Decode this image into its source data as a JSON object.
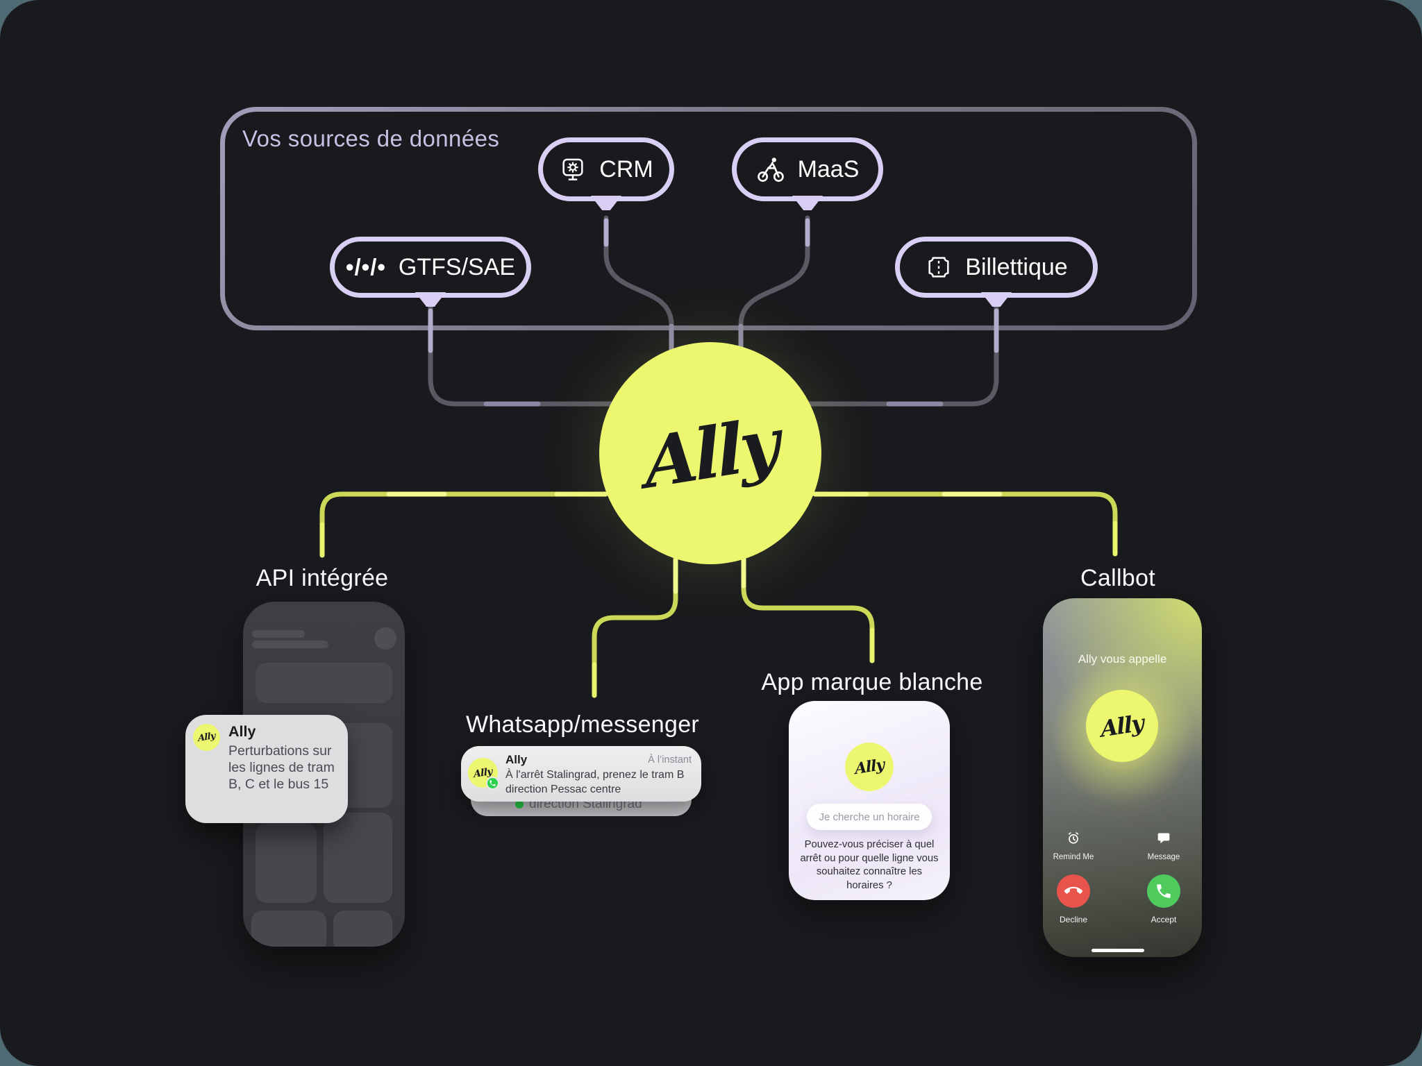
{
  "sources": {
    "title": "Vos sources de données",
    "pills": [
      {
        "label": "GTFS/SAE",
        "icon": "data-points-icon",
        "glyph": "•/•/•"
      },
      {
        "label": "CRM",
        "icon": "crm-monitor-gear-icon"
      },
      {
        "label": "MaaS",
        "icon": "cyclist-icon"
      },
      {
        "label": "Billettique",
        "icon": "ticket-icon"
      }
    ]
  },
  "brand": {
    "wordmark": "Ally"
  },
  "outputs": {
    "api": {
      "label": "API intégrée",
      "notification": {
        "app_name": "Ally",
        "body": "Perturbations sur les lignes de tram B, C et le bus 15"
      }
    },
    "whatsapp": {
      "label": "Whatsapp/messenger",
      "notification": {
        "app_name": "Ally",
        "timestamp": "À l’instant",
        "body": "À l'arrêt Stalingrad, prenez le tram B direction Pessac centre",
        "behind_text": "direction Stalingrad"
      }
    },
    "whitelabel": {
      "label": "App marque blanche",
      "user_message": "Je cherche un horaire",
      "bot_reply": "Pouvez-vous préciser à quel arrêt ou pour quelle ligne vous souhaitez connaître les horaires ?"
    },
    "callbot": {
      "label": "Callbot",
      "status": "Ally vous appelle",
      "actions": {
        "remind": "Remind Me",
        "message": "Message",
        "decline": "Decline",
        "accept": "Accept"
      }
    }
  },
  "colors": {
    "canvas_bg": "#191A1D",
    "accent_yellow": "#ECF76F",
    "lavender": "#D9CFF4",
    "wire_purple": "#5A5964",
    "wire_yellow": "#CBD858",
    "whatsapp_green": "#2BD14C",
    "decline_red": "#E8544B",
    "accept_green": "#4ECB5C"
  }
}
